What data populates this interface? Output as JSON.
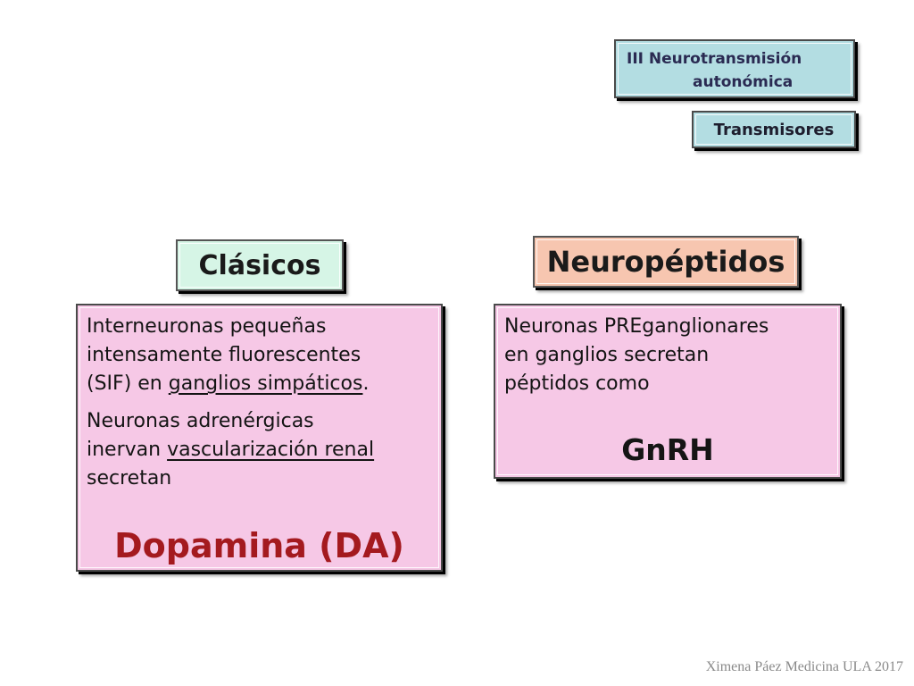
{
  "section_tag": {
    "line1": "III Neurotransmisión",
    "line2": "autonómica"
  },
  "topic_tag": "Transmisores",
  "left": {
    "header": "Clásicos",
    "p1": {
      "line1": "Interneuronas pequeñas",
      "line2": "intensamente fluorescentes",
      "line3_pre": "(SIF) en ",
      "line3_u": "ganglios simpáticos",
      "line3_post": "."
    },
    "p2": {
      "line1": "Neuronas adrenérgicas",
      "line2_pre": "inervan ",
      "line2_u": "vascularización renal",
      "line3": "secretan"
    },
    "highlight": "Dopamina (DA)"
  },
  "right": {
    "header": "Neuropéptidos",
    "line1": "Neuronas PREganglionares",
    "line2": "en ganglios secretan",
    "line3": "péptidos como",
    "highlight": "GnRH"
  },
  "footer": "Ximena Páez Medicina ULA 2017"
}
